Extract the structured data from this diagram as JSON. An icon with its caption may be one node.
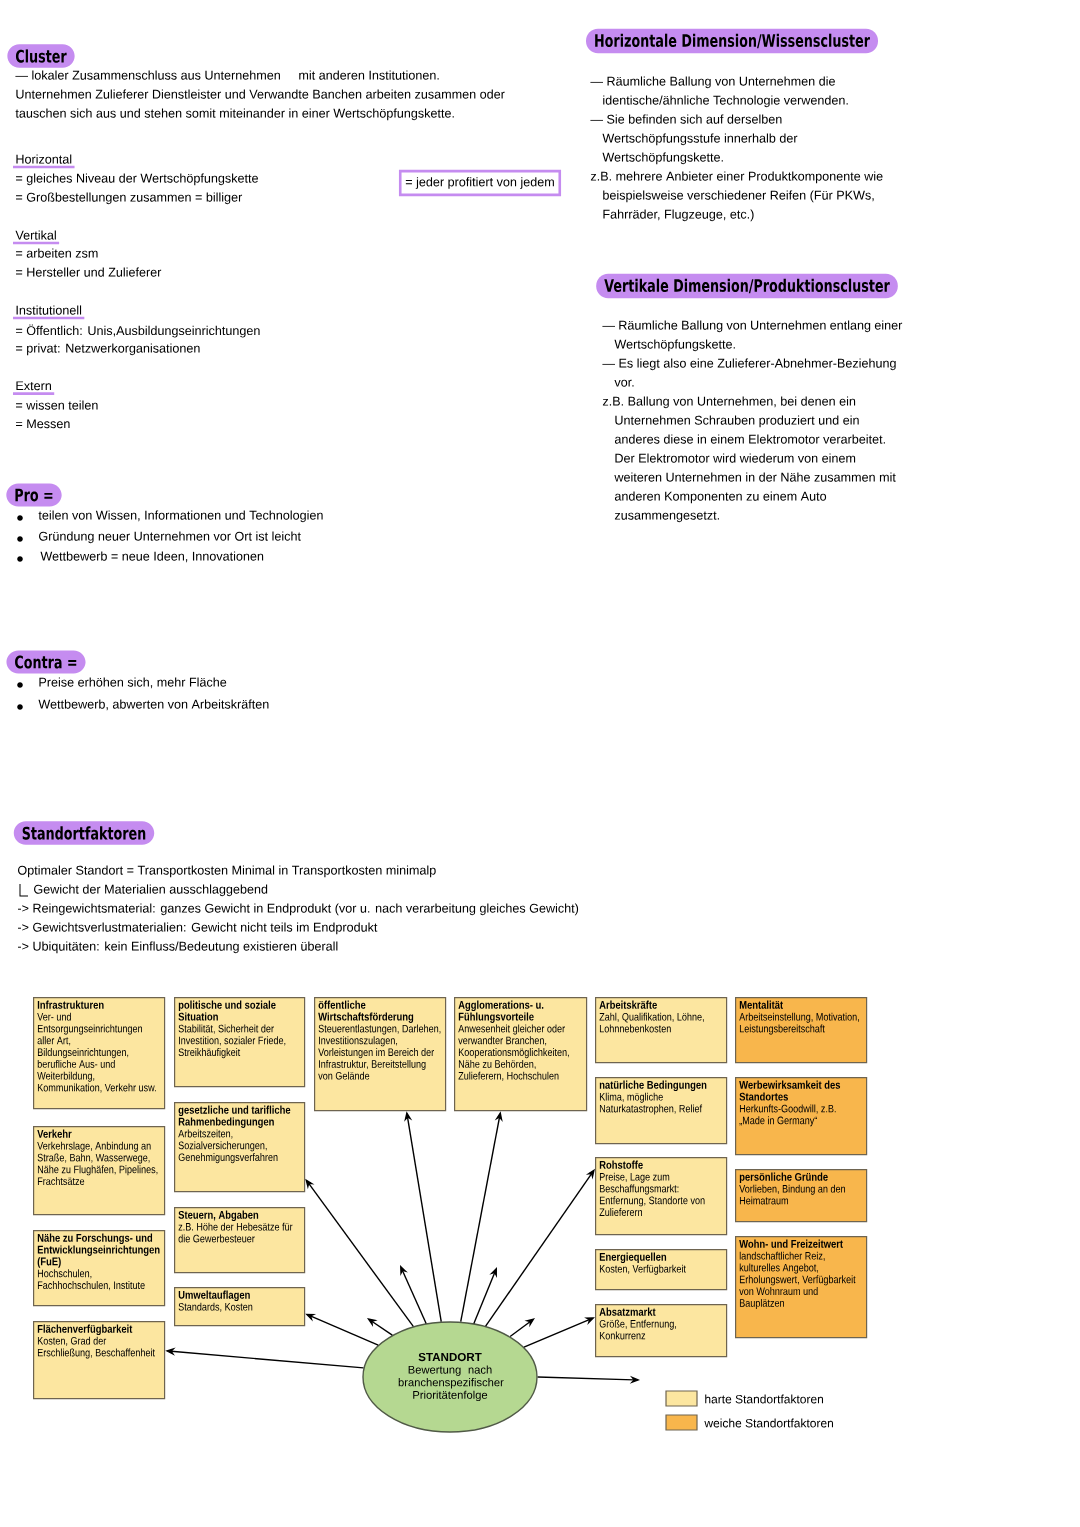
{
  "diagram": {
    "nodes": [
      {
        "text": [
          "Cluster"
        ]
      },
      {
        "text": [
          "= jeder profitiert von jedem"
        ]
      },
      {
        "text": [
          "Horizontale Dimension/Wissenscluster"
        ]
      },
      {
        "text": [
          "Vertikale Dimension/Produktionscluster"
        ]
      },
      {
        "text": [
          "Pro ="
        ]
      },
      {
        "text": [
          "Contra ="
        ]
      },
      {
        "text": [
          "Standortfaktoren"
        ]
      },
      {
        "text": [
          "Infrastrukturen",
          "Ver- und Entsorgungseinrichtungen aller Art, Bildungseinrichtungen, berufliche Aus- und Weiterbildung, Kommunikation, Verkehr usw."
        ]
      },
      {
        "text": [
          "Verkehr",
          "Verkehrslage, Anbindung an Straße, Bahn, Wasserwege, Nähe zu Flughäfen, Pipelines, Frachtsätze"
        ]
      },
      {
        "text": [
          "Nähe zu Forschungs- und Entwicklungseinrichtungen (FuE)",
          "Hochschulen, Fachhochschulen, Institute"
        ]
      },
      {
        "text": [
          "Flächenverfügbarkeit",
          "Kosten, Grad der Erschließung, Beschaffenheit"
        ]
      },
      {
        "text": [
          "politische und soziale Situation",
          "Stabilität, Sicherheit der Investition, sozialer Friede, Streikhäufigkeit"
        ]
      },
      {
        "text": [
          "gesetzliche und tarifliche Rahmenbedingungen",
          "Arbeitszeiten, Sozialversicherungen, Genehmigungsverfahren"
        ]
      },
      {
        "text": [
          "Steuern, Abgaben",
          "z.B. Höhe der Hebesätze für die Gewerbesteuer"
        ]
      },
      {
        "text": [
          "Umweltauflagen",
          "Standards, Kosten"
        ]
      },
      {
        "text": [
          "öffentliche Wirtschaftsförderung",
          "Steuerentlastungen, Darlehen, Investitionszulagen, Vorleistungen im Bereich der Infrastruktur, Bereitstellung von Gelände"
        ]
      },
      {
        "text": [
          "Agglomerations- u. Fühlungsvorteile",
          "Anwesenheit gleicher oder verwandter Branchen, Kooperationsmöglichkeiten, Nähe zu Behörden, Zulieferern, Hochschulen"
        ]
      },
      {
        "text": [
          "Arbeitskräfte",
          "Zahl, Qualifikation, Löhne, Lohnnebenkosten"
        ]
      },
      {
        "text": [
          "natürliche Bedingungen",
          "Klima, mögliche Naturkatastrophen, Relief"
        ]
      },
      {
        "text": [
          "Rohstoffe",
          "Preise, Lage zum Beschaffungsmarkt: Entfernung, Standorte von Zulieferern"
        ]
      },
      {
        "text": [
          "Energiequellen",
          "Kosten, Verfügbarkeit"
        ]
      },
      {
        "text": [
          "Absatzmarkt",
          "Größe, Entfernung, Konkurrenz"
        ]
      },
      {
        "text": [
          "Mentalität",
          "Arbeitseinstellung, Motivation, Leistungsbereitschaft"
        ]
      },
      {
        "text": [
          "Werbewirksamkeit des Standortes",
          "Herkunfts-Goodwill, z.B. „Made in Germany“"
        ]
      },
      {
        "text": [
          "persönliche Gründe",
          "Vorlieben, Bindung an den Heimatraum"
        ]
      },
      {
        "text": [
          "Wohn- und Freizeitwert",
          "landschaftlicher Reiz, kulturelles Angebot, Erholungswert, Verfügbarkeit von Wohnraum und Bauplätzen"
        ]
      },
      {
        "text": [
          "STANDORT",
          "Bewertung nach branchenspezifischer Prioritätenfolge"
        ]
      }
    ],
    "edges": [
      {
        "from": 26,
        "to": 10,
        "arrow": "to"
      },
      {
        "from": 26,
        "to": 14,
        "arrow": "to"
      },
      {
        "from": 26,
        "to": null,
        "arrow": "to"
      },
      {
        "from": 26,
        "to": null,
        "arrow": "to"
      },
      {
        "from": 26,
        "to": 12,
        "arrow": "to"
      },
      {
        "from": 26,
        "to": 15,
        "arrow": "to"
      },
      {
        "from": 26,
        "to": 16,
        "arrow": "to"
      },
      {
        "from": 26,
        "to": null,
        "arrow": "to"
      },
      {
        "from": 26,
        "to": null,
        "arrow": "to"
      },
      {
        "from": 26,
        "to": 19,
        "arrow": "to"
      },
      {
        "from": 26,
        "to": 21,
        "arrow": "to"
      },
      {
        "from": 26,
        "to": null,
        "arrow": "to"
      }
    ],
    "labels": [
      "— lokaler Zusammenschluss aus Unternehmen",
      "mit anderen Institutionen.",
      "Unternehmen Zulieferer Dienstleister und Verwandte Banchen arbeiten zusammen oder tauschen sich aus und stehen somit miteinander in einer Wertschöpfungskette.",
      "Horizontal",
      "= gleiches Niveau der Wertschöpfungskette",
      "= Großbestellungen zusammen = billiger",
      "Vertikal",
      "= arbeiten zsm",
      "= Hersteller und Zulieferer",
      "Institutionell",
      "= Öffentlich: Unis,Ausbildungseinrichtungen",
      "= privat: Netzwerkorganisationen",
      "Extern",
      "= wissen teilen",
      "= Messen",
      "— Räumliche Ballung von Unternehmen die identische/ähnliche Technologie verwenden.",
      "— Sie befinden sich auf derselben Wertschöpfungsstufe innerhalb der Wertschöpfungskette.",
      "z.B. mehrere Anbieter einer Produktkomponente wie beispielsweise verschiedener Reifen (Für PKWs, Fahrräder, Flugzeuge, etc.)",
      "— Räumliche Ballung von Unternehmen entlang einer Wertschöpfungskette.",
      "— Es liegt also eine Zulieferer-Abnehmer-Beziehung vor.",
      "z.B. Ballung von Unternehmen, bei denen ein Unternehmen Schrauben produziert und ein anderes diese in einem Elektromotor verarbeitet. Der Elektromotor wird wiederum von einem weiteren Unternehmen in der Nähe zusammen mit anderen Komponenten zu einem Auto zusammengesetzt.",
      "teilen von Wissen, Informationen und Technologien",
      "Gründung neuer Unternehmen vor Ort ist leicht",
      "Wettbewerb = neue Ideen, Innovationen",
      "Preise erhöhen sich, mehr Fläche",
      "Wettbewerb, abwerten von Arbeitskräften",
      "Optimaler Standort = Transportkosten Minimal in Transportkosten minimalp",
      "Gewicht der Materialien ausschlaggebend",
      "-> Reingewichtsmaterial: ganzes Gewicht in Endprodukt (vor u. nach verarbeitung gleiches Gewicht)",
      "-> Gewichtsverlustmaterialien: Gewicht nicht teils im Endprodukt",
      "-> Ubiquitäten: kein Einfluss/Bedeutung existieren überall"
    ],
    "legend": [
      {
        "text": "harte Standortfaktoren",
        "color": "#fce6a0"
      },
      {
        "text": "weiche Standortfaktoren",
        "color": "#f8b64c"
      }
    ]
  }
}
